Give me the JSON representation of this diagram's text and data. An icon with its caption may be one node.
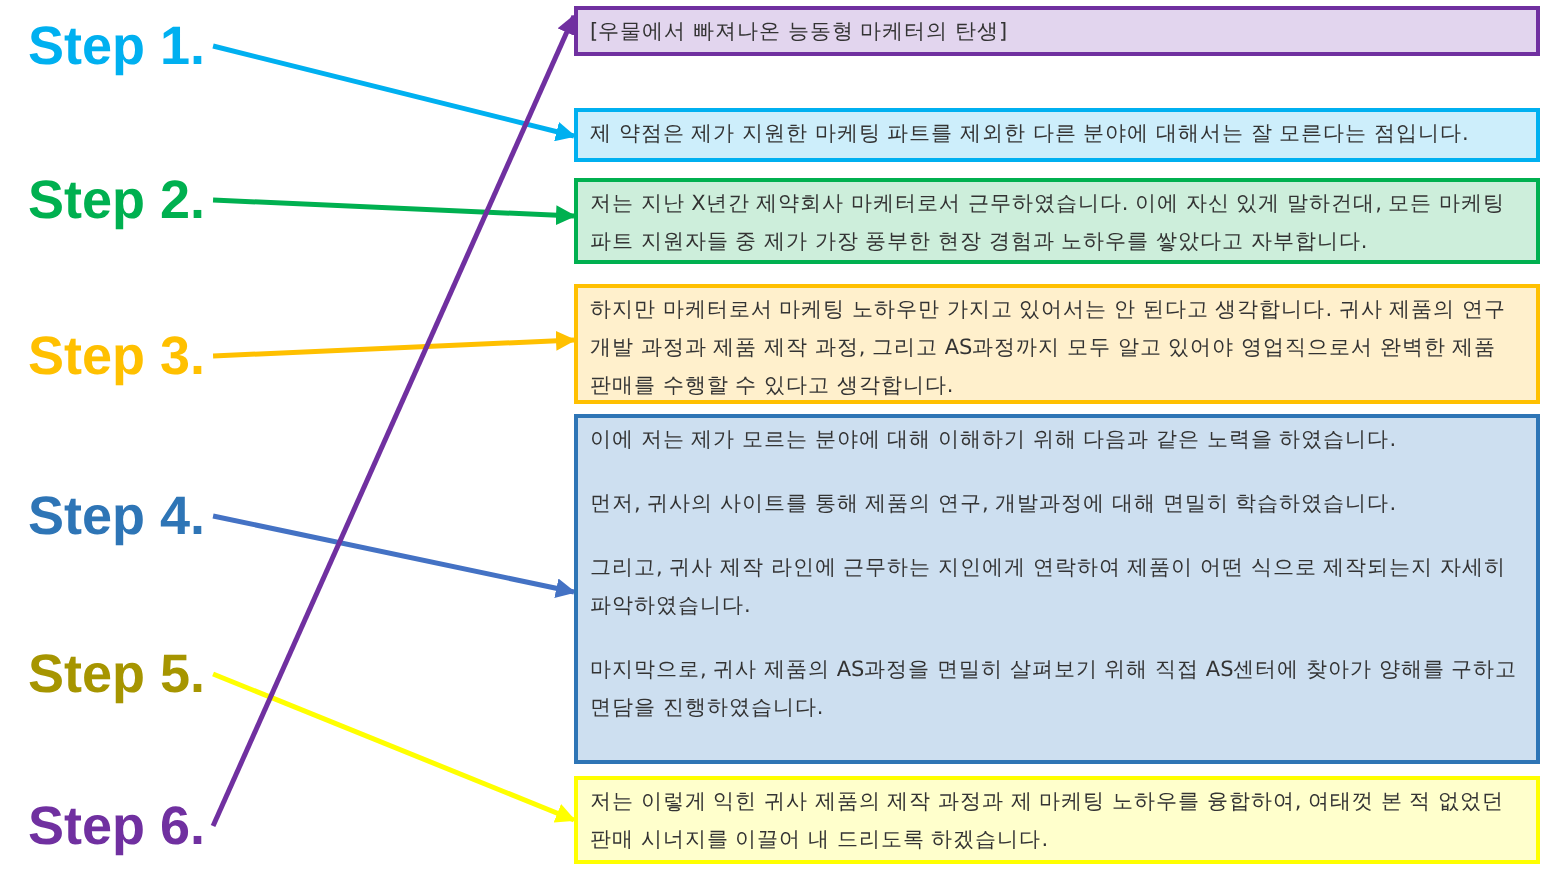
{
  "diagram": {
    "nodes": [
      {
        "text": [
          "Step 1."
        ]
      },
      {
        "text": [
          "Step 2."
        ]
      },
      {
        "text": [
          "Step 3."
        ]
      },
      {
        "text": [
          "Step 4."
        ]
      },
      {
        "text": [
          "Step 5."
        ]
      },
      {
        "text": [
          "Step 6."
        ]
      },
      {
        "text": [
          "[우물에서 빠져나온 능동형 마케터의 탄생]"
        ]
      },
      {
        "text": [
          "제 약점은 제가 지원한 마케팅 파트를 제외한 다른 분야에 대해서는 잘 모른다는 점입니다."
        ]
      },
      {
        "text": [
          "저는 지난 X년간 제약회사 마케터로서 근무하였습니다. 이에 자신 있게 말하건대, 모든 마케팅 파트 지원자들 중 제가 가장 풍부한 현장 경험과 노하우를 쌓았다고 자부합니다."
        ]
      },
      {
        "text": [
          "하지만 마케터로서 마케팅 노하우만 가지고 있어서는 안 된다고 생각합니다. 귀사 제품의 연구개발 과정과 제품 제작 과정, 그리고 AS과정까지 모두 알고 있어야 영업직으로서 완벽한 제품 판매를 수행할 수 있다고 생각합니다."
        ]
      },
      {
        "text": [
          "이에 저는 제가 모르는 분야에 대해 이해하기 위해 다음과 같은 노력을 하였습니다.",
          "먼저, 귀사의 사이트를 통해 제품의 연구, 개발과정에 대해 면밀히 학습하였습니다.",
          "그리고, 귀사 제작 라인에 근무하는 지인에게 연락하여 제품이 어떤 식으로 제작되는지 자세히 파악하였습니다.",
          "마지막으로, 귀사 제품의 AS과정을 면밀히 살펴보기 위해 직접 AS센터에 찾아가 양해를 구하고 면담을 진행하였습니다."
        ]
      },
      {
        "text": [
          "저는 이렇게 익힌 귀사 제품의 제작 과정과 제 마케팅 노하우를 융합하여, 여태껏 본 적 없었던 판매 시너지를 이끌어 내 드리도록 하겠습니다."
        ]
      }
    ],
    "edges": [
      {
        "from": 0,
        "to": 7,
        "arrow": "to",
        "color": "#00b0f0"
      },
      {
        "from": 1,
        "to": 8,
        "arrow": "to",
        "color": "#00b050"
      },
      {
        "from": 2,
        "to": 9,
        "arrow": "to",
        "color": "#ffc000"
      },
      {
        "from": 3,
        "to": 10,
        "arrow": "to",
        "color": "#4472c4"
      },
      {
        "from": 4,
        "to": 11,
        "arrow": "to",
        "color": "#ffff00"
      },
      {
        "from": 5,
        "to": 6,
        "arrow": "to",
        "color": "#7030a0"
      }
    ]
  }
}
